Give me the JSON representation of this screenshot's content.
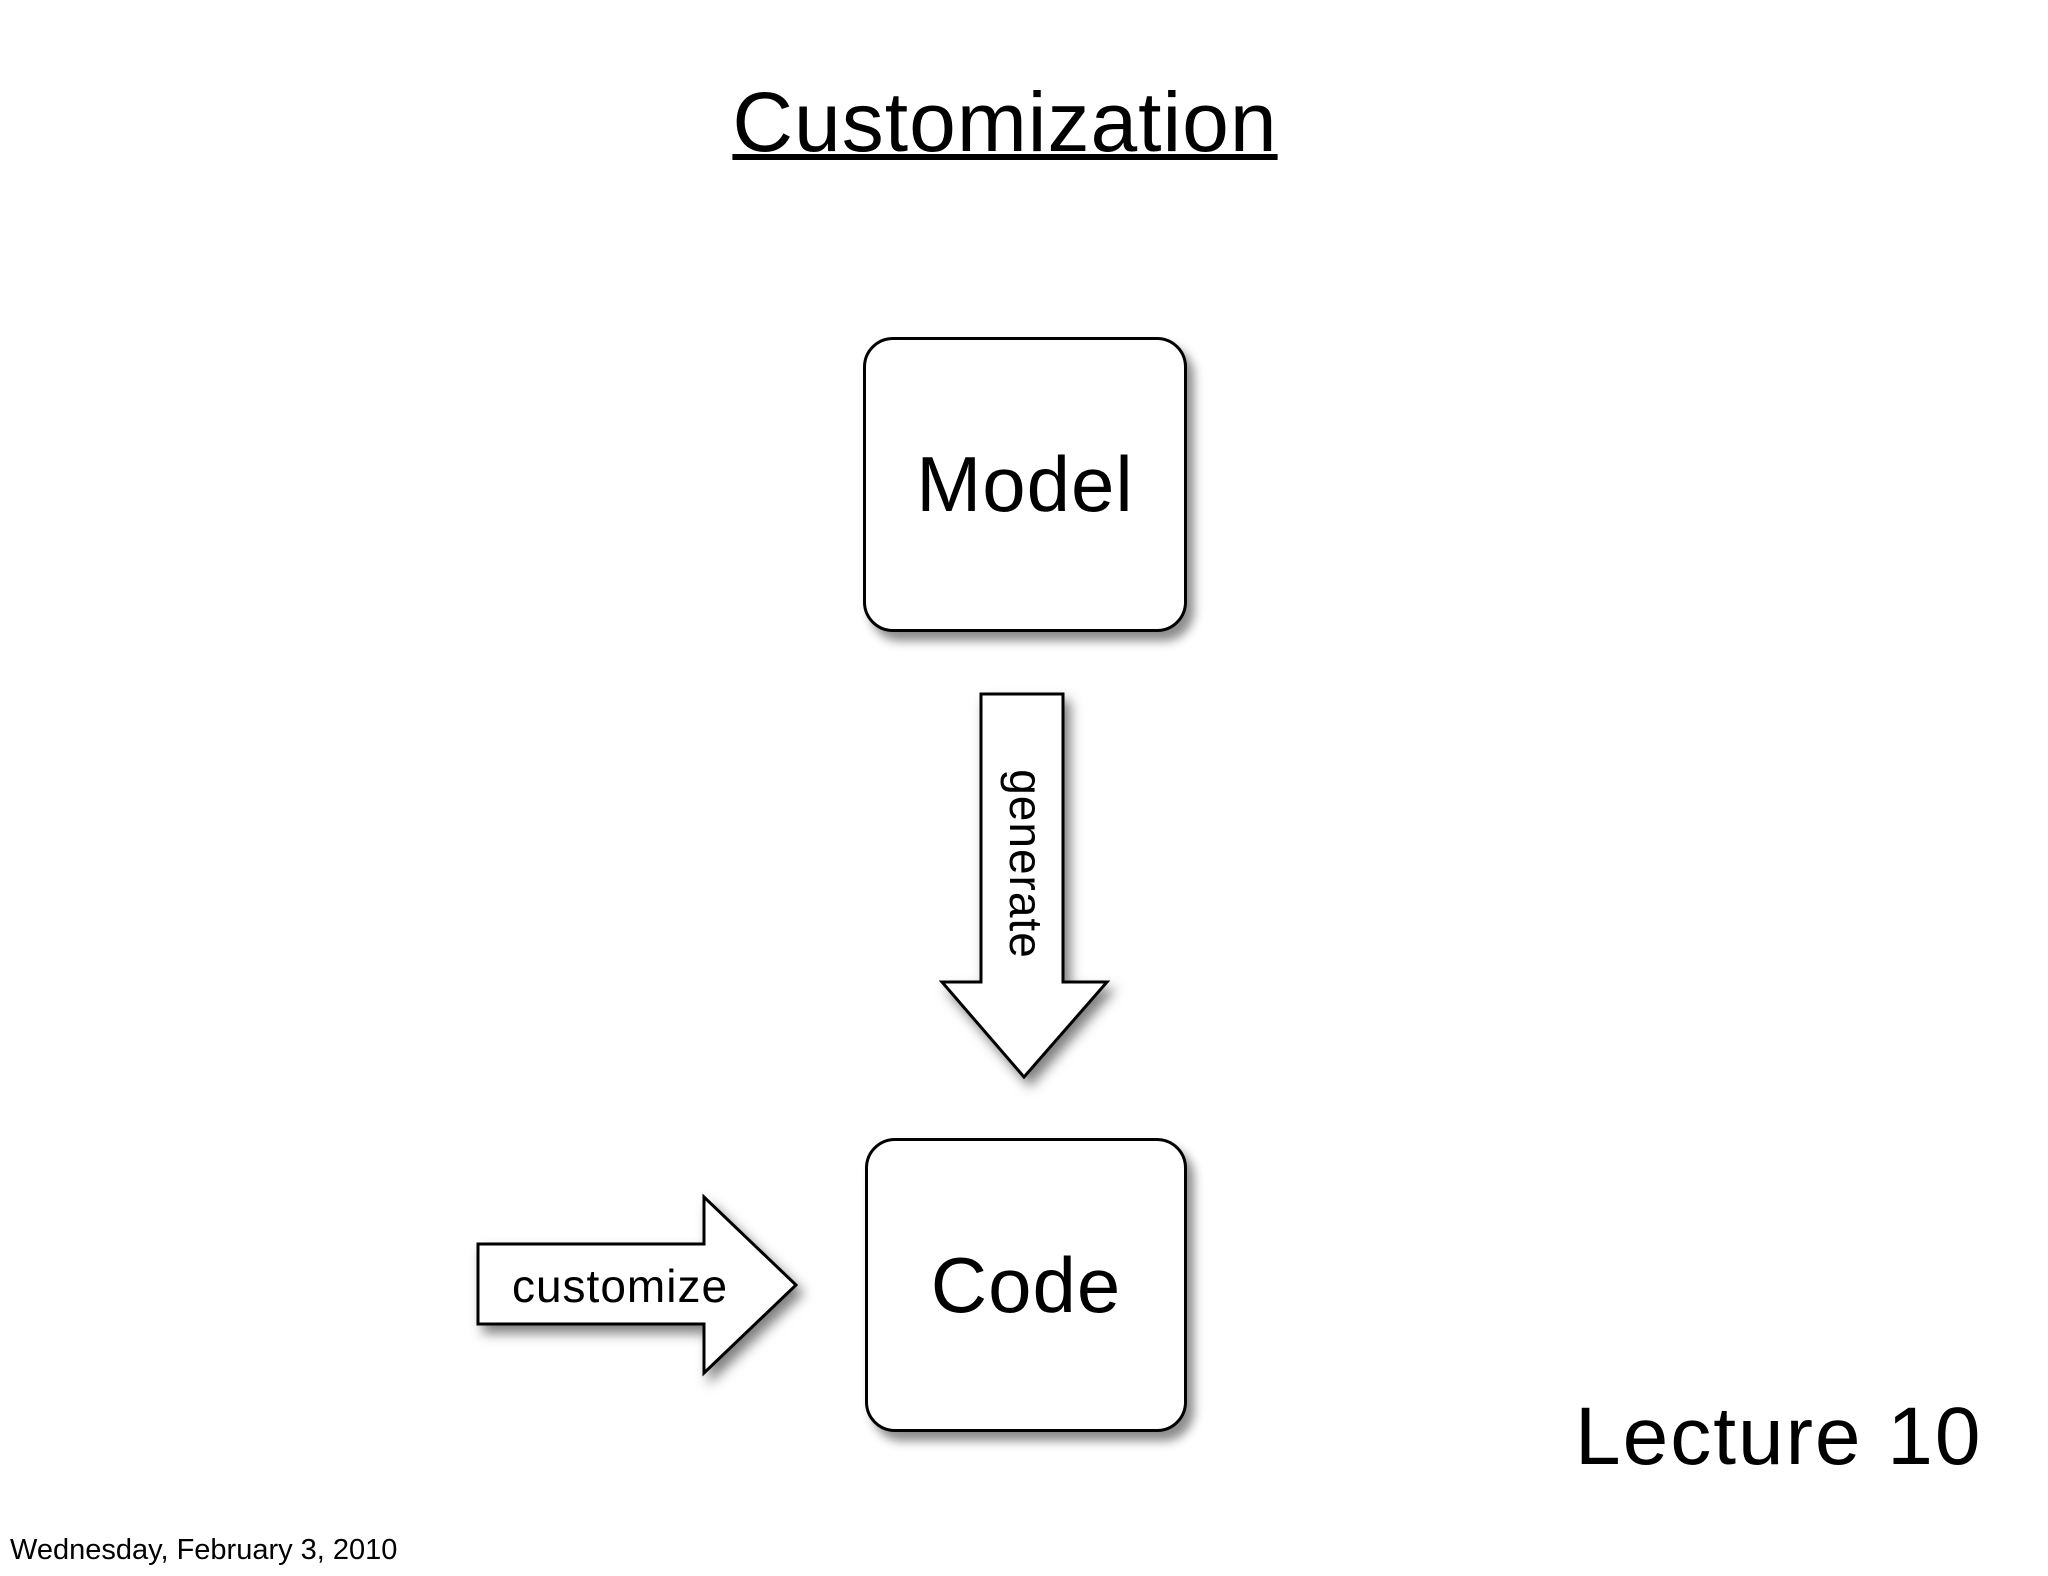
{
  "slide": {
    "title": "Customization",
    "boxes": {
      "model": {
        "label": "Model"
      },
      "code": {
        "label": "Code"
      }
    },
    "arrows": {
      "generate": {
        "label": "generate",
        "direction": "down",
        "from": "Model",
        "to": "Code"
      },
      "customize": {
        "label": "customize",
        "direction": "right",
        "to": "Code"
      }
    },
    "footer": {
      "lecture": "Lecture 10",
      "date": "Wednesday, February 3, 2010"
    },
    "colors": {
      "background": "#ffffff",
      "ink": "#000000",
      "shape_fill": "#ffffff"
    }
  }
}
